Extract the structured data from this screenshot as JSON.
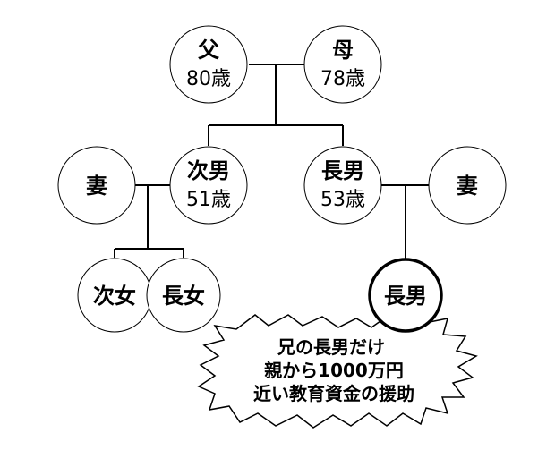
{
  "tree": {
    "father": {
      "role": "父",
      "age": "80歳"
    },
    "mother": {
      "role": "母",
      "age": "78歳"
    },
    "second_son": {
      "role": "次男",
      "age": "51歳"
    },
    "second_son_wife": {
      "role": "妻"
    },
    "eldest_son": {
      "role": "長男",
      "age": "53歳"
    },
    "eldest_son_wife": {
      "role": "妻"
    },
    "second_son_daughter2": {
      "role": "次女"
    },
    "second_son_daughter1": {
      "role": "長女"
    },
    "eldest_son_son": {
      "role": "長男"
    }
  },
  "callout": {
    "lines": [
      "兄の長男だけ",
      "親から1000万円",
      "近い教育資金の援助"
    ]
  }
}
